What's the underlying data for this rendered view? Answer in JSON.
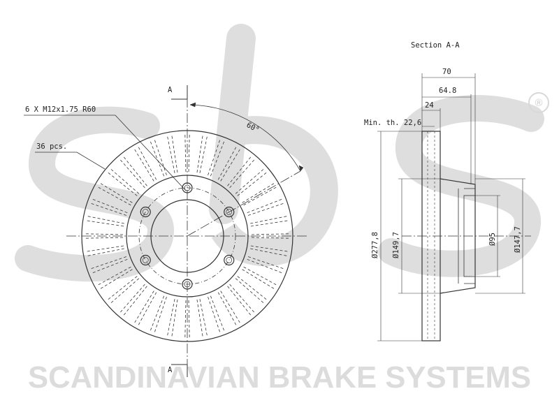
{
  "watermark": {
    "logo_text": "sbs",
    "registered_mark": "®",
    "company": "SCANDINAVIAN BRAKE SYSTEMS"
  },
  "front_view": {
    "section_mark_top": "A",
    "section_mark_bottom": "A",
    "bolt_callout": "6 X M12x1.75 R60",
    "vane_callout": "36 pcs.",
    "angle_label": "60°"
  },
  "section_view": {
    "title": "Section A-A",
    "dim_total_width": "70",
    "dim_hat_width": "64.8",
    "dim_disc_width": "24",
    "min_thickness": "Min. th. 22,6",
    "dia_outer": "Ø277,8",
    "dia_hat_outer": "Ø149,7",
    "dia_center_bore": "Ø95",
    "dia_hat_inner": "Ø147,7"
  },
  "colors": {
    "line": "#333333",
    "watermark": "#dcdcdc"
  }
}
